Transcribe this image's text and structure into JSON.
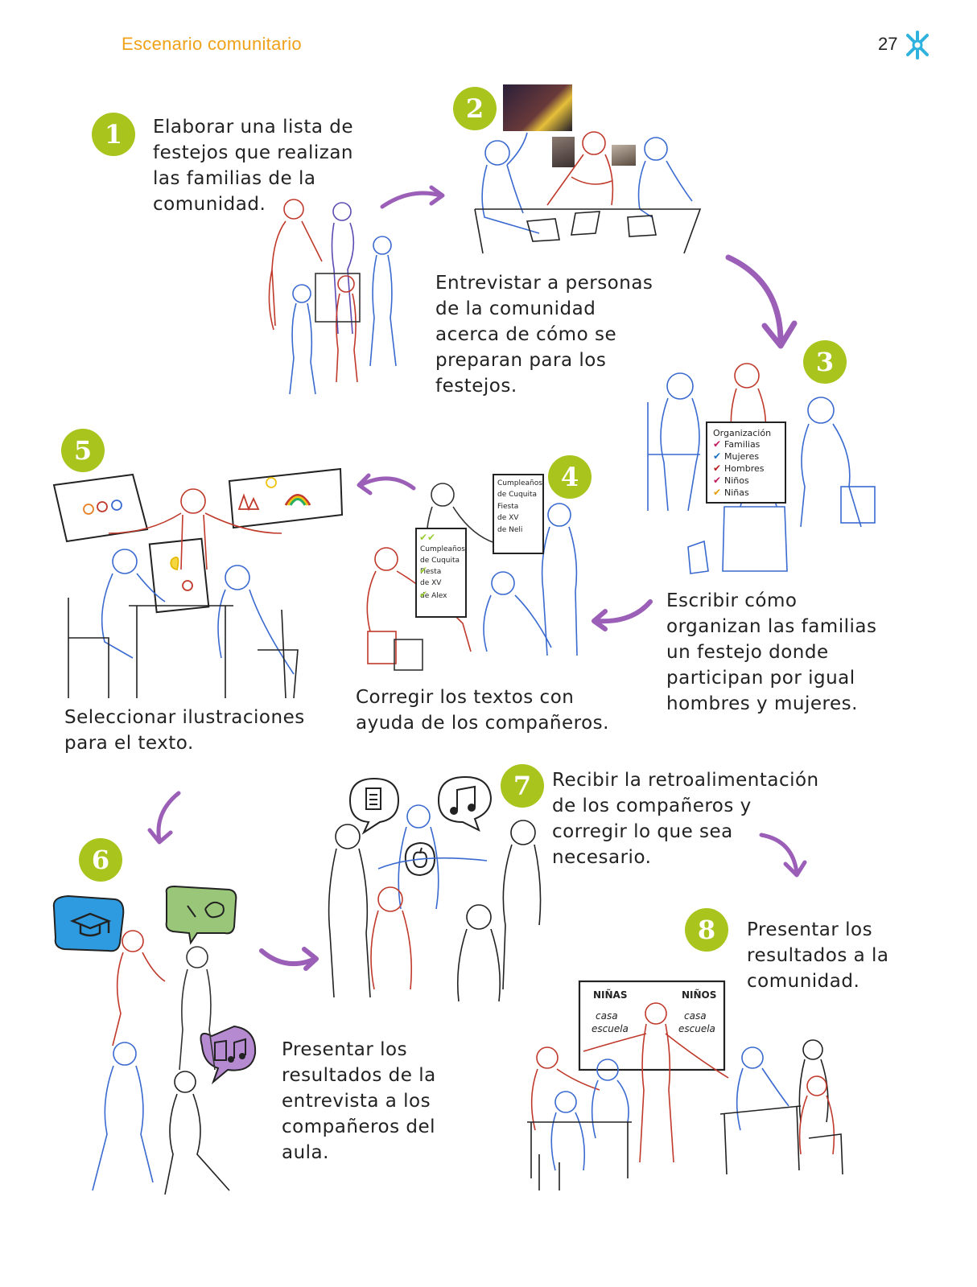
{
  "header": {
    "section_title": "Escenario comunitario",
    "page_number": "27"
  },
  "colors": {
    "accent_orange": "#f0a21a",
    "badge_green": "#a8c41d",
    "arrow_purple": "#9b5fb8",
    "logo_cyan": "#2fb3de"
  },
  "steps": [
    {
      "number": "1",
      "lines": [
        "Elaborar una lista de",
        "festejos que realizan",
        "las familias de la",
        "comunidad."
      ]
    },
    {
      "number": "2",
      "lines": [
        "Entrevistar a personas",
        "de la comunidad",
        "acerca de cómo se",
        "preparan para los",
        "festejos."
      ]
    },
    {
      "number": "3",
      "lines": [
        "Escribir cómo",
        "organizan las familias",
        "un festejo donde",
        "participan por igual",
        "hombres y mujeres."
      ]
    },
    {
      "number": "4",
      "lines": [
        "Corregir los textos con",
        "ayuda de los compañeros."
      ]
    },
    {
      "number": "5",
      "lines": [
        "Seleccionar ilustraciones",
        "para el texto."
      ]
    },
    {
      "number": "6",
      "lines": [
        "Presentar los",
        "resultados de la",
        "entrevista a los",
        "compañeros del",
        "aula."
      ]
    },
    {
      "number": "7",
      "lines": [
        "Recibir la retroalimentación",
        "de los compañeros y",
        "corregir lo que sea",
        "necesario."
      ]
    },
    {
      "number": "8",
      "lines": [
        "Presentar los",
        "resultados a la",
        "comunidad."
      ]
    }
  ],
  "illustration_texts": {
    "step3_sign": [
      "Organización",
      "Familias",
      "Mujeres",
      "Hombres",
      "Niños",
      "Niñas"
    ],
    "step4_sheet_a": [
      "Cumpleaños",
      "de Cuquita",
      "Fiesta",
      "de XV",
      "de Neli"
    ],
    "step4_sheet_b": [
      "Cumpleaños",
      "de Cuquita",
      "Fiesta",
      "de XV",
      "de Alex"
    ],
    "step8_board_left": [
      "NIÑAS",
      "casa",
      "escuela"
    ],
    "step8_board_right": [
      "NIÑOS",
      "casa",
      "escuela"
    ]
  }
}
